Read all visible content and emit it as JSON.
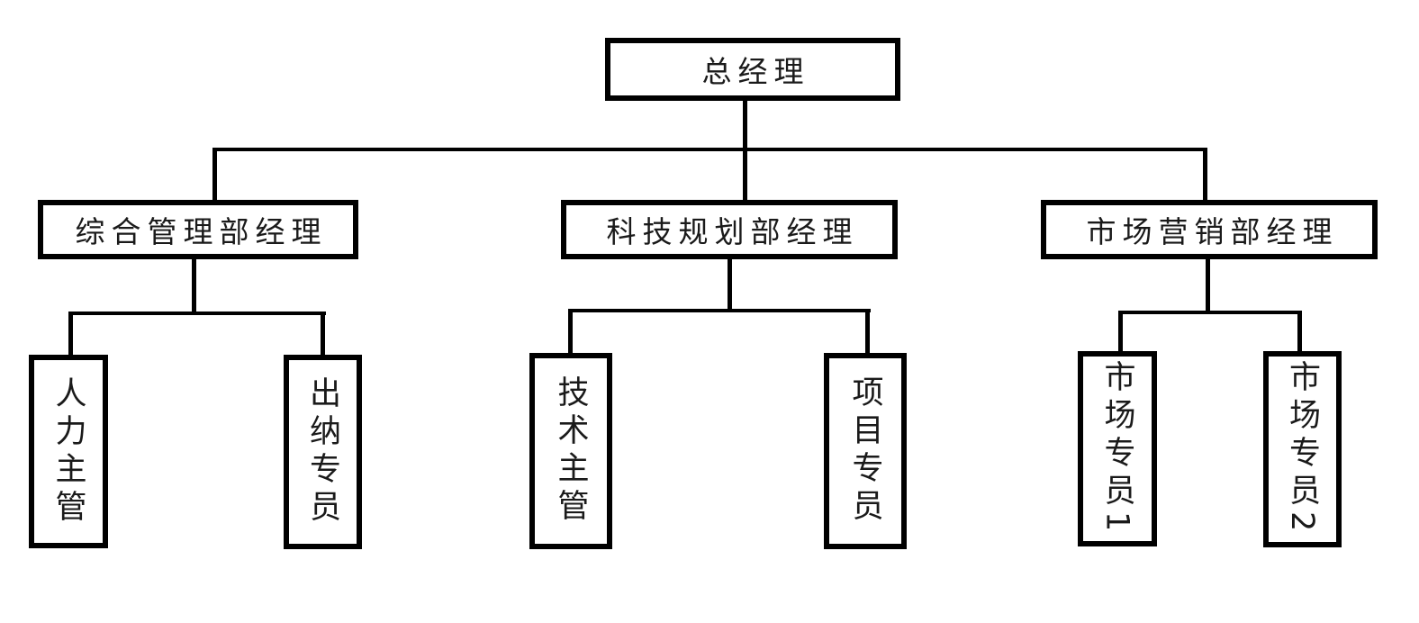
{
  "diagram": {
    "type": "org-chart",
    "background_color": "#ffffff",
    "line_color": "#000000",
    "box_border_color": "#000000",
    "text_color": "#1a1a1a",
    "root": {
      "label": "总经理"
    },
    "departments": [
      {
        "label": "综合管理部经理"
      },
      {
        "label": "科技规划部经理"
      },
      {
        "label": "市场营销部经理"
      }
    ],
    "positions": [
      {
        "label": "人力主管",
        "parent": "综合管理部经理"
      },
      {
        "label": "出纳专员",
        "parent": "综合管理部经理"
      },
      {
        "label": "技术主管",
        "parent": "科技规划部经理"
      },
      {
        "label": "项目专员",
        "parent": "科技规划部经理"
      },
      {
        "label": "市场专员1",
        "parent": "市场营销部经理"
      },
      {
        "label": "市场专员2",
        "parent": "市场营销部经理"
      }
    ]
  }
}
